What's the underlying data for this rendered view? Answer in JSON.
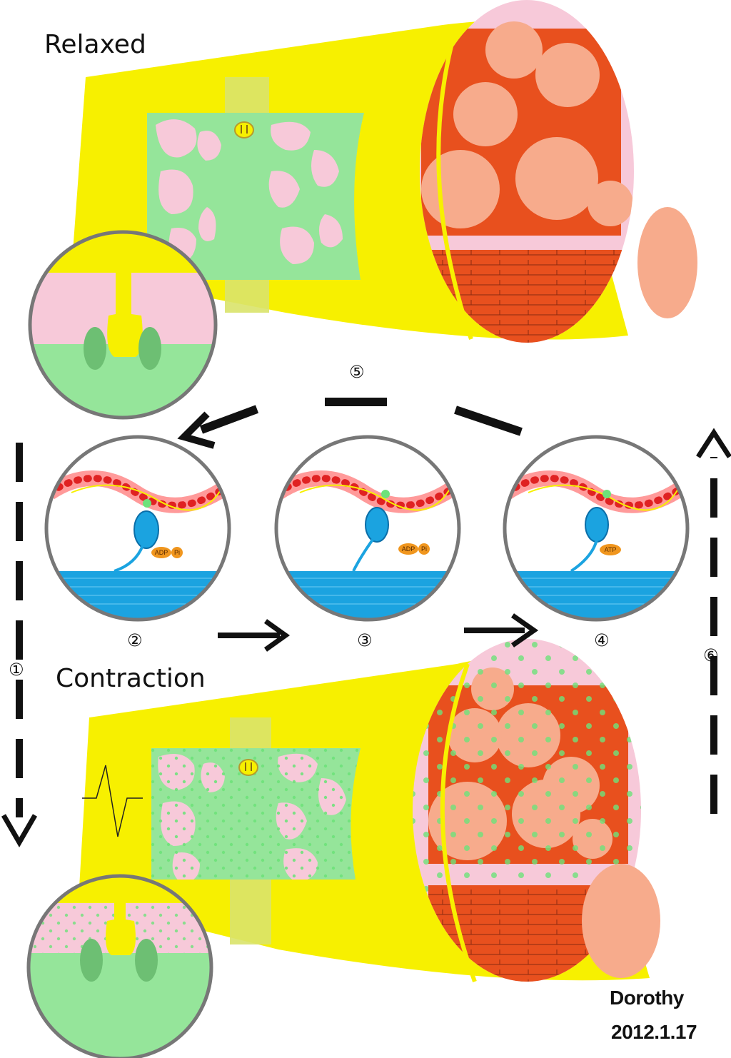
{
  "labels": {
    "relaxed": "Relaxed",
    "contraction": "Contraction",
    "author": "Dorothy",
    "date": "2012.1.17"
  },
  "steps": {
    "s1": "①",
    "s2": "②",
    "s3": "③",
    "s4": "④",
    "s5": "⑤",
    "s6": "⑥"
  },
  "chemicals": {
    "adp": "ADP",
    "pi": "Pi",
    "atp": "ATP"
  },
  "colors": {
    "sarcolemma": "#f7f000",
    "sarcoplasm": "#95e59a",
    "reticulum": "#f7c9d9",
    "myofibril": "#e8501e",
    "fibril_end": "#f7ab8c",
    "actin": "#e02222",
    "myosin": "#1ba3e0",
    "calcium": "#6ee27a",
    "ring": "#777777"
  }
}
